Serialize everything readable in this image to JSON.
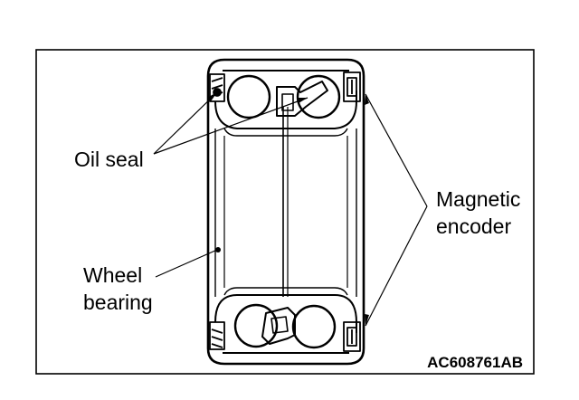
{
  "labels": {
    "oil_seal": "Oil seal",
    "magnetic_line1": "Magnetic",
    "magnetic_line2": "encoder",
    "wheel_line1": "Wheel",
    "wheel_line2": "bearing",
    "figure_code": "AC608761AB"
  }
}
